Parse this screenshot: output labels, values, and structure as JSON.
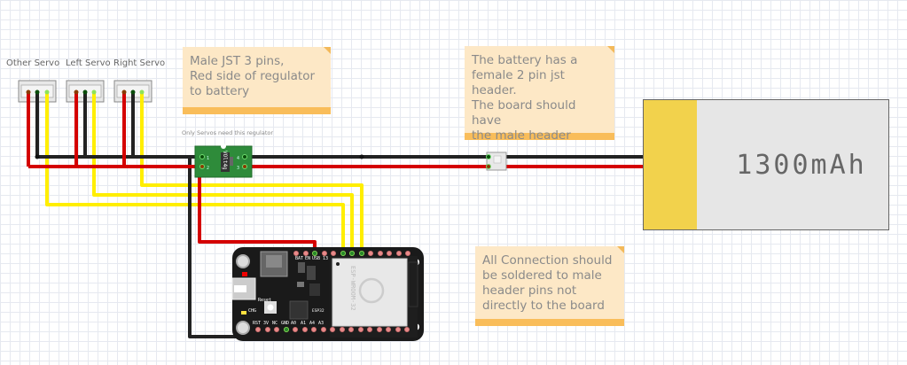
{
  "servos": [
    {
      "label": "Other Servo"
    },
    {
      "label": "Left Servo"
    },
    {
      "label": "Right Servo"
    }
  ],
  "notes": {
    "regulator_note": "Male JST 3 pins,\nRed side of regulator\nto battery",
    "battery_note": "The battery has a\nfemale 2 pin jst\nheader.\nThe board should have\nthe male header",
    "solder_note": "All Connection should\nbe soldered to male\nheader pins not\ndirectly to the board"
  },
  "regulator": {
    "caption": "Only Servos need this regulator",
    "chip_label": "VOlt4g",
    "pins": [
      "1",
      "2",
      "4",
      "3"
    ]
  },
  "battery": {
    "capacity_label": "1300mAh"
  },
  "board": {
    "module_label": "ESP-WROOM-32",
    "top_pins": [
      "BAT",
      "EN",
      "USB",
      "13"
    ],
    "bottom_pins": [
      "RST",
      "3V",
      "NC",
      "GND",
      "A0",
      "A1",
      "A4",
      "A3"
    ],
    "button_label": "Reset",
    "led_label": "CHG",
    "chip_label": "ESP32"
  },
  "colors": {
    "wire_red": "#d40000",
    "wire_black": "#222222",
    "wire_yellow": "#ffee00",
    "regulator_green": "#2e8b3a",
    "board_black": "#1a1a1a",
    "battery_yellow": "#f2d24c",
    "note_bg": "#fde8c6",
    "note_bar": "#f9bd5a"
  }
}
